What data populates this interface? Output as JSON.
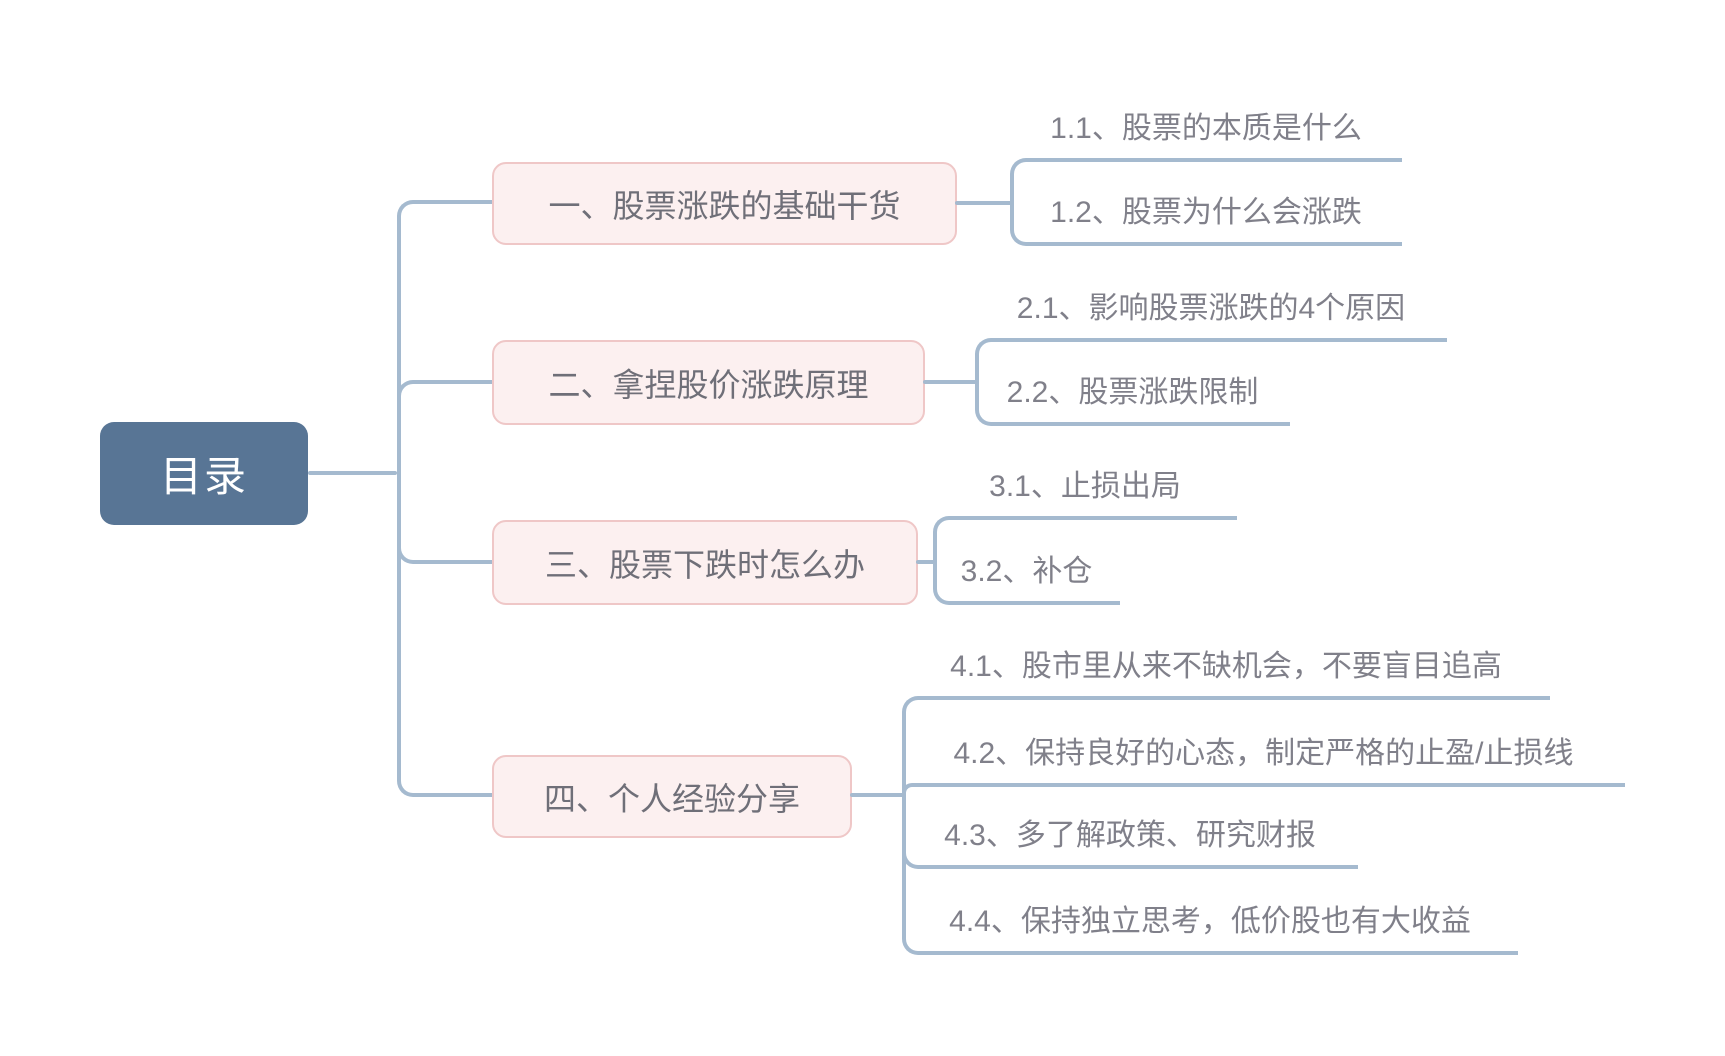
{
  "root": {
    "label": "目录"
  },
  "branches": [
    {
      "label": "一、股票涨跌的基础干货",
      "children": [
        {
          "label": "1.1、股票的本质是什么"
        },
        {
          "label": "1.2、股票为什么会涨跌"
        }
      ]
    },
    {
      "label": "二、拿捏股价涨跌原理",
      "children": [
        {
          "label": "2.1、影响股票涨跌的4个原因"
        },
        {
          "label": "2.2、股票涨跌限制"
        }
      ]
    },
    {
      "label": "三、股票下跌时怎么办",
      "children": [
        {
          "label": "3.1、止损出局"
        },
        {
          "label": "3.2、补仓"
        }
      ]
    },
    {
      "label": "四、个人经验分享",
      "children": [
        {
          "label": "4.1、股市里从来不缺机会，不要盲目追高"
        },
        {
          "label": "4.2、保持良好的心态，制定严格的止盈/止损线"
        },
        {
          "label": "4.3、多了解政策、研究财报"
        },
        {
          "label": "4.4、保持独立思考，低价股也有大收益"
        }
      ]
    }
  ],
  "style": {
    "root_bg": "#587595",
    "root_text": "#ffffff",
    "topic_bg": "#fcf0f0",
    "topic_border": "#efc7c7",
    "topic_text": "#6f6f78",
    "child_text": "#80808a",
    "line": "#a5bacf"
  }
}
